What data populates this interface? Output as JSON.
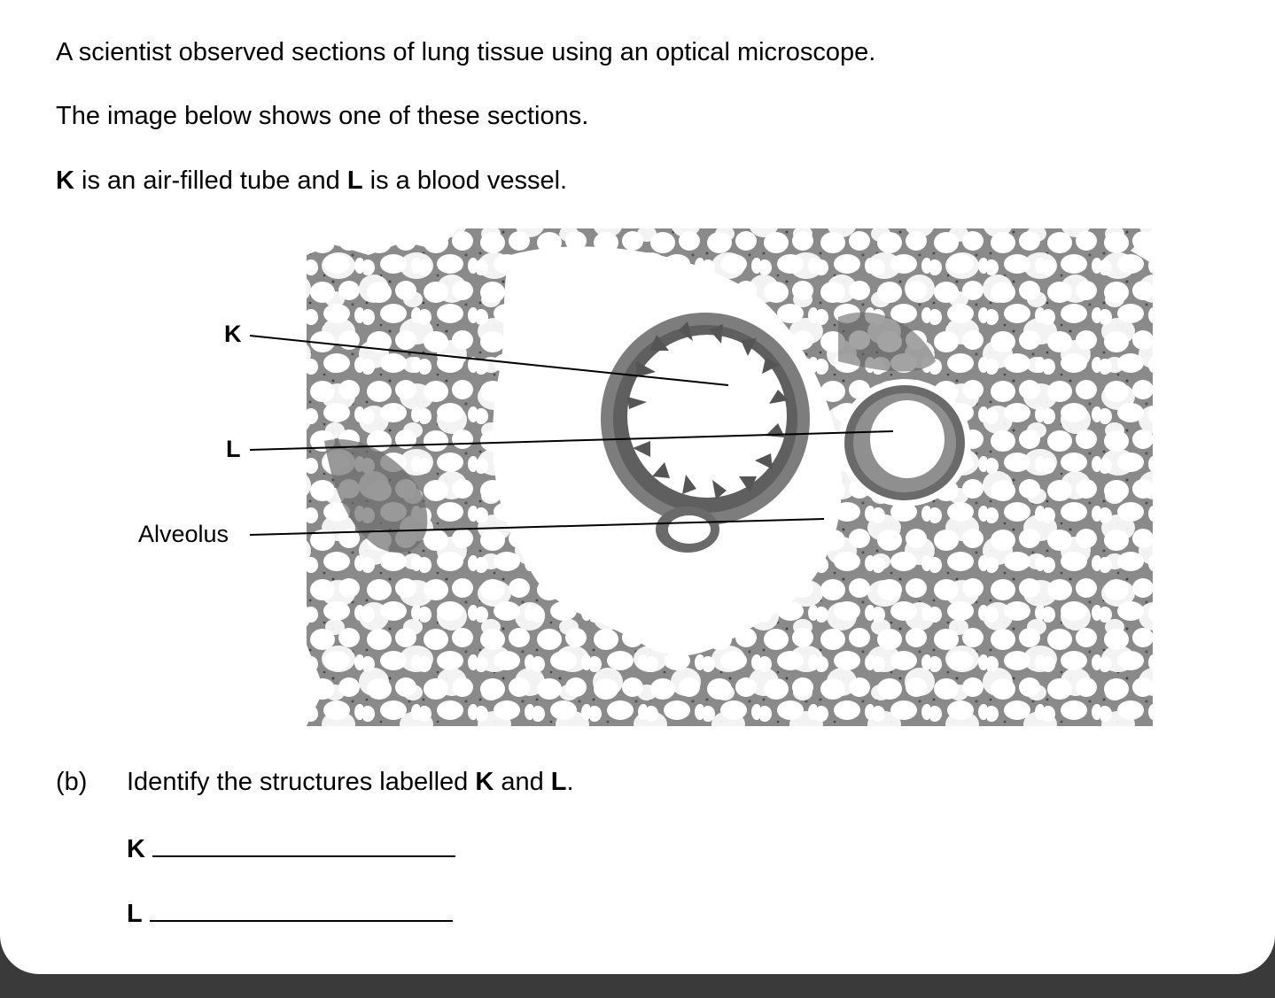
{
  "intro": {
    "line1": "A scientist observed sections of lung tissue using an optical microscope.",
    "line2": "The image below shows one of these sections.",
    "line3": {
      "k": "K",
      "k_text": " is an air-filled tube and ",
      "l": "L",
      "l_text": " is a blood vessel."
    }
  },
  "figure": {
    "labels": {
      "k": "K",
      "l": "L",
      "alveolus": "Alveolus"
    }
  },
  "question": {
    "number": "(b)",
    "text_before": "Identify the structures labelled ",
    "k": "K",
    "and": " and ",
    "l": "L",
    "period": ".",
    "answers": {
      "k_label": "K",
      "l_label": "L"
    }
  }
}
